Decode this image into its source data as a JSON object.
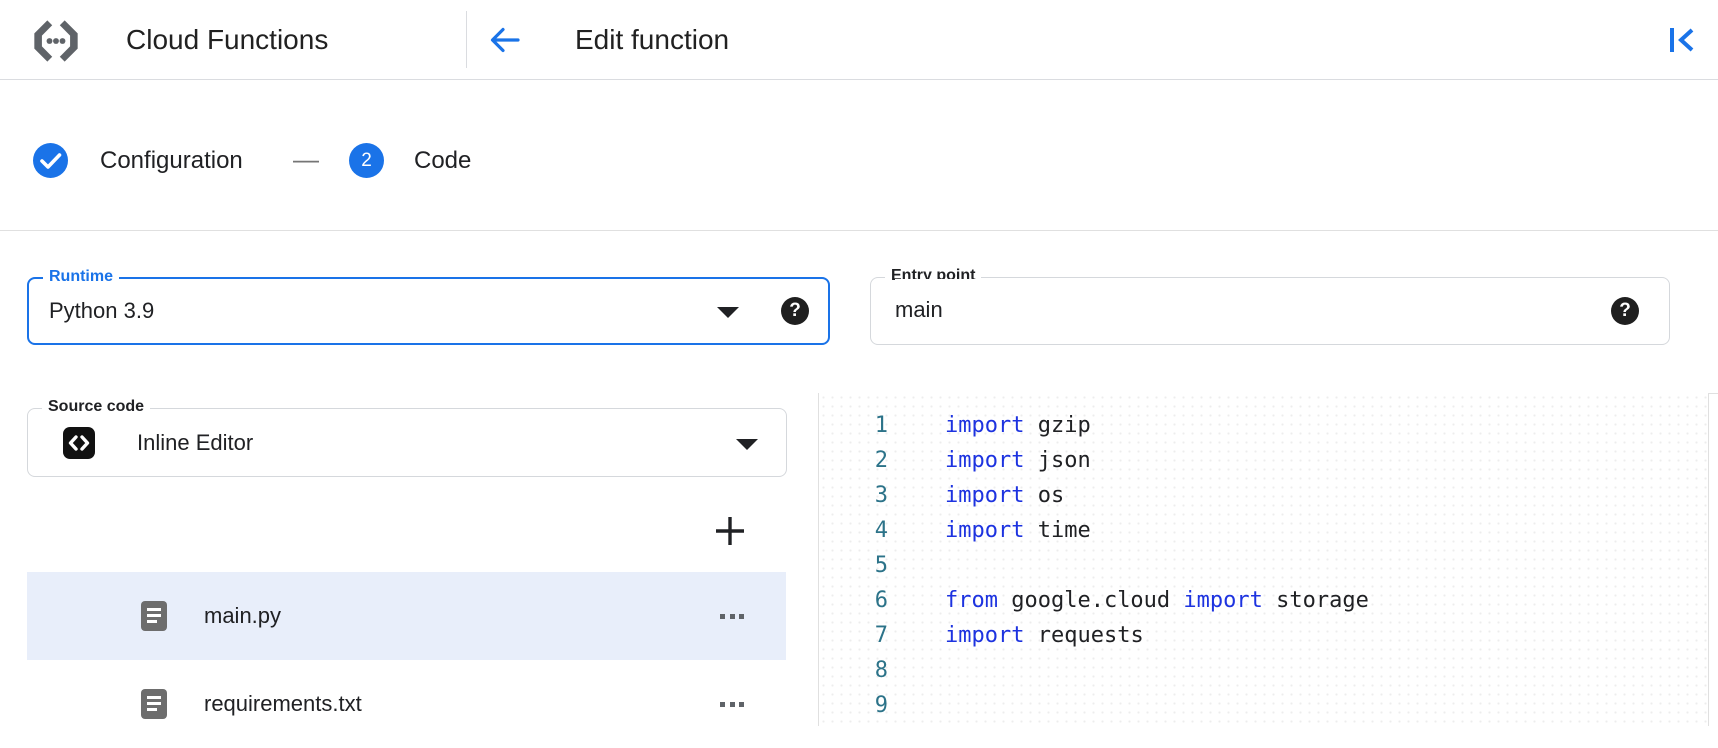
{
  "header": {
    "product_name": "Cloud Functions",
    "page_title": "Edit function"
  },
  "stepper": {
    "step1_label": "Configuration",
    "step1_state": "complete",
    "connector": "—",
    "step2_number": "2",
    "step2_label": "Code",
    "step2_state": "active"
  },
  "form": {
    "runtime_label": "Runtime",
    "runtime_value": "Python 3.9",
    "entry_point_label": "Entry point",
    "entry_point_value": "main"
  },
  "source": {
    "label": "Source code",
    "editor_value": "Inline Editor",
    "files": [
      {
        "name": "main.py",
        "selected": true
      },
      {
        "name": "requirements.txt",
        "selected": false
      }
    ]
  },
  "editor": {
    "lines": [
      {
        "num": "1",
        "segments": [
          {
            "text": "import",
            "type": "keyword"
          },
          {
            "text": " gzip",
            "type": "plain"
          }
        ]
      },
      {
        "num": "2",
        "segments": [
          {
            "text": "import",
            "type": "keyword"
          },
          {
            "text": " json",
            "type": "plain"
          }
        ]
      },
      {
        "num": "3",
        "segments": [
          {
            "text": "import",
            "type": "keyword"
          },
          {
            "text": " os",
            "type": "plain"
          }
        ]
      },
      {
        "num": "4",
        "segments": [
          {
            "text": "import",
            "type": "keyword"
          },
          {
            "text": " time",
            "type": "plain"
          }
        ]
      },
      {
        "num": "5",
        "segments": []
      },
      {
        "num": "6",
        "segments": [
          {
            "text": "from",
            "type": "keyword"
          },
          {
            "text": " google.cloud ",
            "type": "plain"
          },
          {
            "text": "import",
            "type": "keyword"
          },
          {
            "text": " storage",
            "type": "plain"
          }
        ]
      },
      {
        "num": "7",
        "segments": [
          {
            "text": "import",
            "type": "keyword"
          },
          {
            "text": " requests",
            "type": "plain"
          }
        ]
      },
      {
        "num": "8",
        "segments": []
      },
      {
        "num": "9",
        "segments": []
      }
    ]
  },
  "icons": {
    "logo": "cloud-functions-logo",
    "back": "arrow-back-icon",
    "collapse": "collapse-panel-icon",
    "step_complete": "check-icon",
    "help": "help-icon",
    "dropdown": "caret-down-icon",
    "inline_editor": "code-icon",
    "add_file": "plus-icon",
    "file": "document-icon",
    "file_menu": "overflow-menu-icon"
  },
  "colors": {
    "accent_blue": "#1a73e8",
    "keyword_blue": "#1d33e0",
    "line_number_teal": "#2c7389",
    "selected_row_bg": "#e8eefa",
    "divider_gray": "#e0e0e0",
    "text_primary": "#202124",
    "icon_gray": "#5f6368"
  }
}
